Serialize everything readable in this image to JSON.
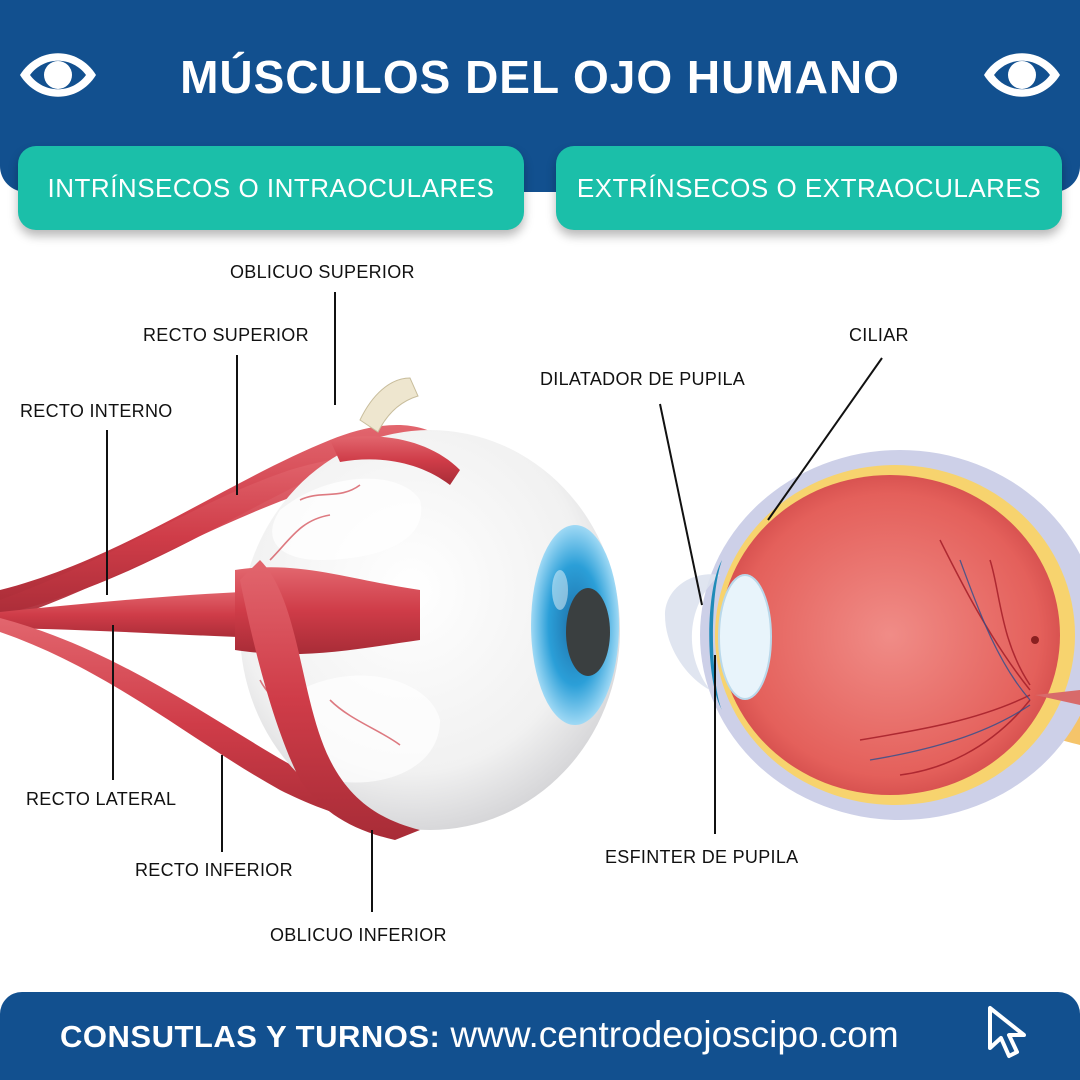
{
  "header": {
    "title": "MÚSCULOS DEL OJO HUMANO"
  },
  "categories": {
    "intrinsic": "INTRÍNSECOS O INTRAOCULARES",
    "extrinsic": "EXTRÍNSECOS O EXTRAOCULARES"
  },
  "labels": {
    "oblicuo_superior": "OBLICUO SUPERIOR",
    "recto_superior": "RECTO SUPERIOR",
    "recto_interno": "RECTO INTERNO",
    "recto_lateral": "RECTO LATERAL",
    "recto_inferior": "RECTO INFERIOR",
    "oblicuo_inferior": "OBLICUO INFERIOR",
    "dilatador_pupila": "DILATADOR DE PUPILA",
    "ciliar": "CILIAR",
    "esfinter_pupila": "ESFINTER DE PUPILA"
  },
  "footer": {
    "label": "CONSUTLAS Y TURNOS:",
    "url": "www.centrodeojoscipo.com"
  },
  "icons": [
    "eye-icon",
    "cursor-icon"
  ],
  "colors": {
    "brand_blue": "#12508f",
    "accent_teal": "#1bbfa9",
    "muscle_red": "#cf3c48"
  }
}
